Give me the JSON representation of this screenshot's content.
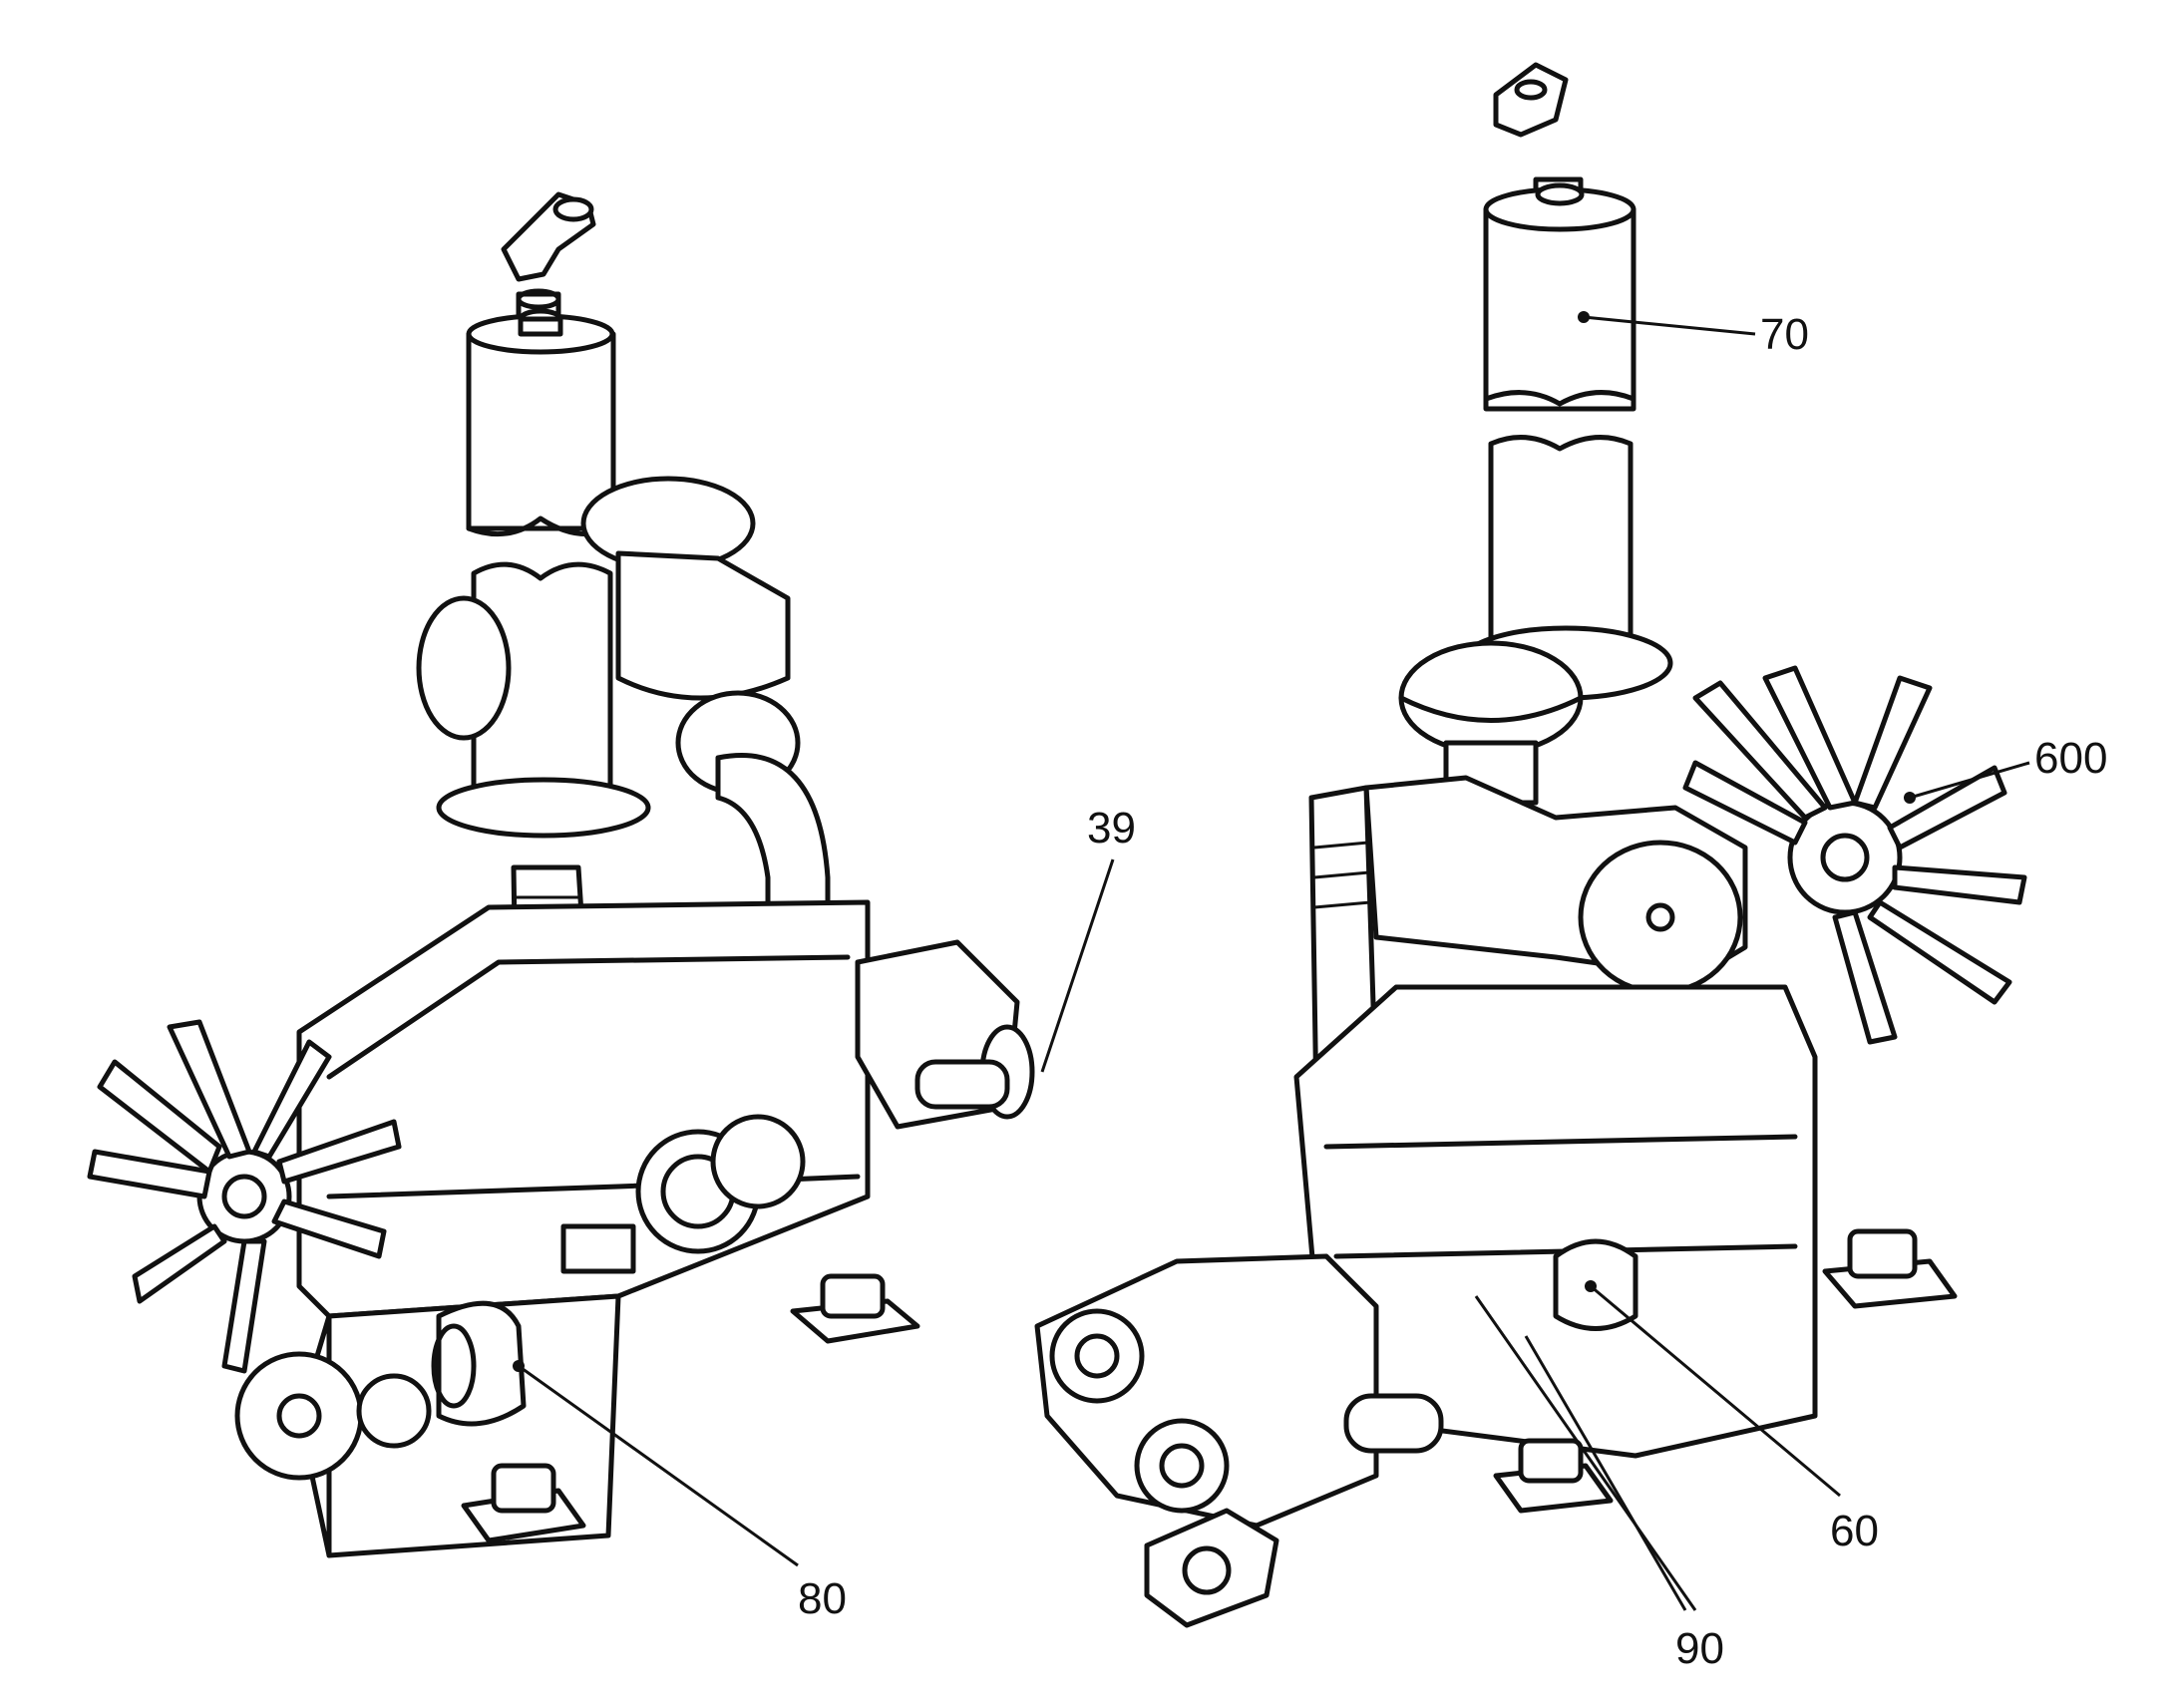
{
  "callouts": {
    "c39": "39",
    "c70": "70",
    "c600": "600",
    "c80": "80",
    "c60": "60",
    "c90": "90"
  }
}
